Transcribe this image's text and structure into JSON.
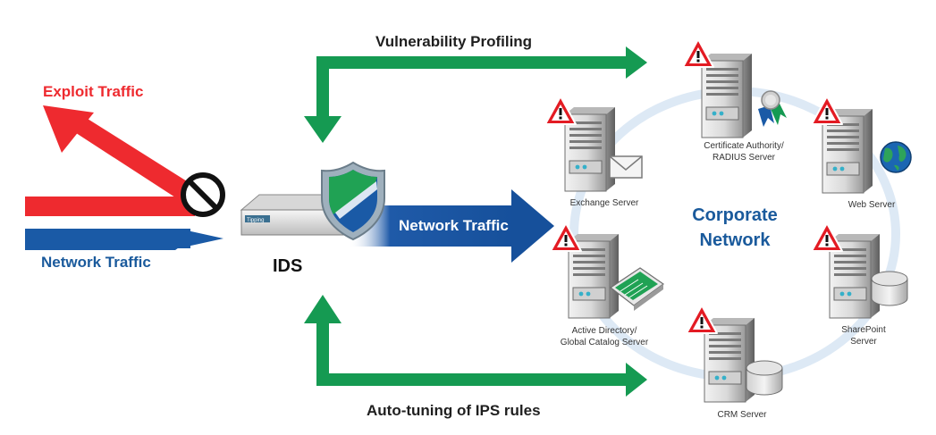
{
  "labels": {
    "exploit_traffic": "Exploit Traffic",
    "network_traffic_in": "Network Traffic",
    "network_traffic_out": "Network Traffic",
    "ids": "IDS",
    "device_badge": "Tipping",
    "vulnerability_profiling": "Vulnerability Profiling",
    "auto_tuning": "Auto-tuning of IPS rules",
    "corporate_network_line1": "Corporate",
    "corporate_network_line2": "Network"
  },
  "servers": {
    "certificate_authority": {
      "line1": "Certificate Authority/",
      "line2": "RADIUS Server"
    },
    "exchange": {
      "line1": "Exchange Server"
    },
    "web": {
      "line1": "Web Server"
    },
    "active_directory": {
      "line1": "Active Directory/",
      "line2": "Global Catalog Server"
    },
    "sharepoint": {
      "line1": "SharePoint",
      "line2": "Server"
    },
    "crm": {
      "line1": "CRM Server"
    }
  },
  "colors": {
    "red": "#ee2a2f",
    "blue": "#1a5aa6",
    "green": "#159a52",
    "network_text": "#1a5a9c",
    "warning": "#e31b23"
  },
  "icons": [
    "prohibited-icon",
    "shield-icon",
    "warning-icon",
    "envelope-icon",
    "certificate-ribbon-icon",
    "globe-icon",
    "database-icon",
    "network-card-icon"
  ]
}
